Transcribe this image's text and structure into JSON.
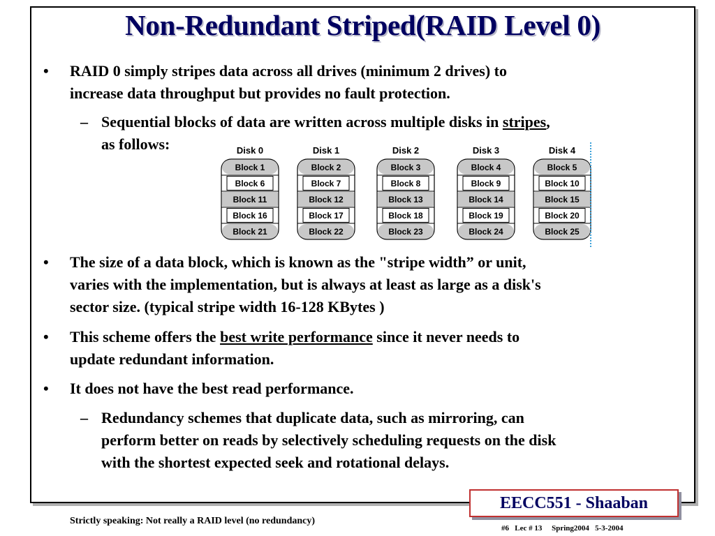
{
  "title": "Non-Redundant Striped(RAID Level 0)",
  "bullets": {
    "b1_l1": "RAID 0 simply stripes data across all drives (minimum 2 drives) to",
    "b1_l2": "increase data throughput  but provides no fault protection.",
    "s1_l1_pre": "Sequential blocks of data are written across multiple disks in ",
    "s1_l1_link": "stripes",
    "s1_l1_post": ",",
    "s1_l2": "as follows:",
    "b2_l1": "The size of a data block, which is known as the \"stripe width” or unit,",
    "b2_l2": "varies with the implementation, but is always at least as large as a disk's",
    "b2_l3": "sector size.   (typical stripe width 16-128 KBytes )",
    "b3_l1_pre": "This scheme offers the ",
    "b3_l1_link": "best write performance",
    "b3_l1_post": " since it never needs to",
    "b3_l2": "update redundant information.",
    "b4_l1": "It does not have the best read performance.",
    "s2_l1": "Redundancy schemes that duplicate data, such as mirroring, can",
    "s2_l2": "perform better on reads by selectively scheduling requests on the disk",
    "s2_l3": "with the shortest expected seek and rotational delays."
  },
  "marks": {
    "bullet": "•",
    "dash": "–"
  },
  "disks": [
    {
      "label": "Disk 0",
      "blocks": [
        "Block 1",
        "Block 6",
        "Block 11",
        "Block 16",
        "Block 21"
      ]
    },
    {
      "label": "Disk 1",
      "blocks": [
        "Block 2",
        "Block 7",
        "Block 12",
        "Block 17",
        "Block 22"
      ]
    },
    {
      "label": "Disk 2",
      "blocks": [
        "Block 3",
        "Block 8",
        "Block 13",
        "Block 18",
        "Block 23"
      ]
    },
    {
      "label": "Disk 3",
      "blocks": [
        "Block 4",
        "Block 9",
        "Block 14",
        "Block 19",
        "Block 24"
      ]
    },
    {
      "label": "Disk 4",
      "blocks": [
        "Block 5",
        "Block 10",
        "Block 15",
        "Block 20",
        "Block 25"
      ]
    }
  ],
  "footer": {
    "course": "EECC551 - Shaaban",
    "note": "Strictly speaking: Not really a RAID level  (no redundancy)",
    "slide_info": "#6   Lec # 13     Spring2004   5-3-2004"
  },
  "colors": {
    "title": "#000060",
    "disk_gray": "#c8c8c8",
    "footer_border": "#c03030"
  }
}
